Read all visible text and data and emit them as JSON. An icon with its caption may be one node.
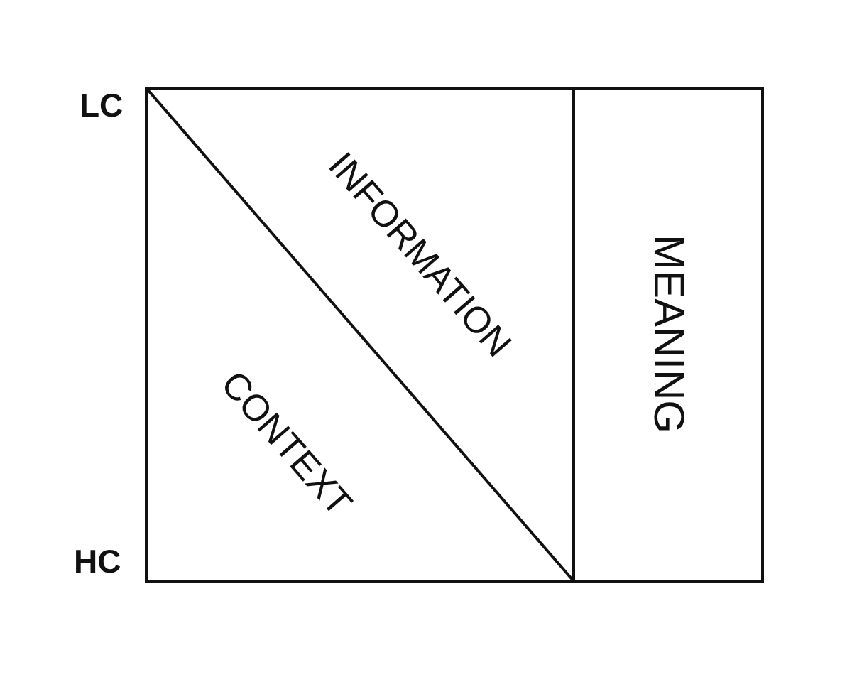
{
  "diagram": {
    "nodes": [
      {
        "text": [
          "INFORMATION",
          "CONTEXT"
        ]
      },
      {
        "text": [
          "MEANING"
        ]
      }
    ],
    "labels": [
      "LC",
      "HC"
    ]
  }
}
